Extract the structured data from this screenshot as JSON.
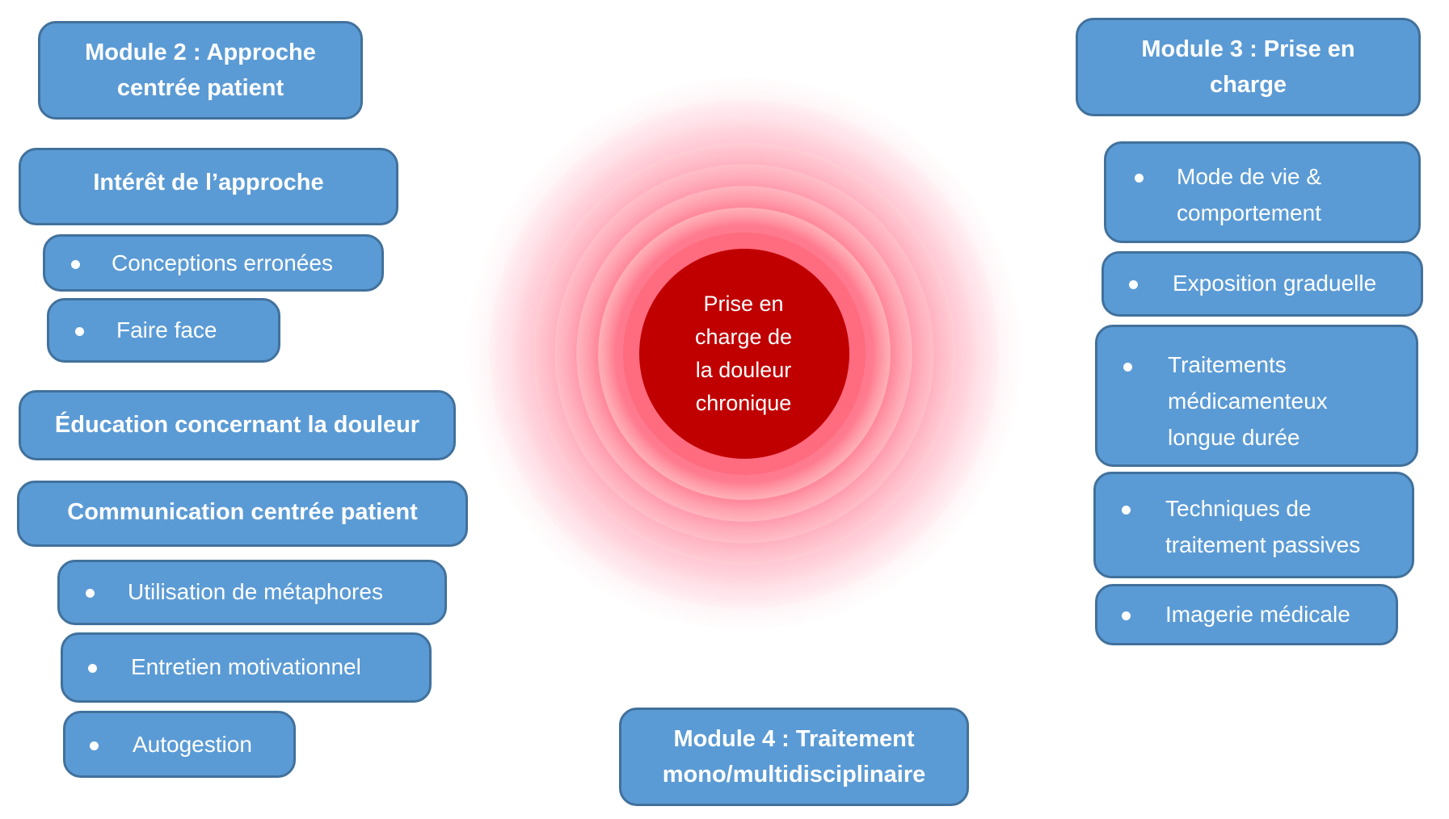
{
  "center": {
    "label_lines": [
      "Prise en",
      "charge de",
      "la douleur",
      "chronique"
    ],
    "ring_count": 7,
    "colors": {
      "core": "#c00000",
      "ring_inner": "#ff6b7f",
      "ring_outer": "#ffffff"
    }
  },
  "colors": {
    "box_fill": "#5b9bd5",
    "box_border": "#41719c",
    "text": "#ffffff"
  },
  "left": {
    "module_title": "Module 2 : Approche centrée patient",
    "sections": [
      {
        "title": "Intérêt de l’approche",
        "items": [
          "Conceptions erronées",
          "Faire face"
        ]
      },
      {
        "title": "Éducation concernant la douleur",
        "items": []
      },
      {
        "title": "Communication centrée patient",
        "items": [
          "Utilisation de métaphores",
          "Entretien motivationnel",
          "Autogestion"
        ]
      }
    ]
  },
  "right": {
    "module_title": "Module 3 : Prise en charge",
    "items": [
      "Mode de vie & comportement",
      "Exposition graduelle",
      "Traitements médicamenteux longue durée",
      "Techniques de traitement passives",
      "Imagerie médicale"
    ]
  },
  "bottom": {
    "module_title": "Module 4 : Traitement mono/multidisciplinaire"
  },
  "bullet_symbol": "•"
}
